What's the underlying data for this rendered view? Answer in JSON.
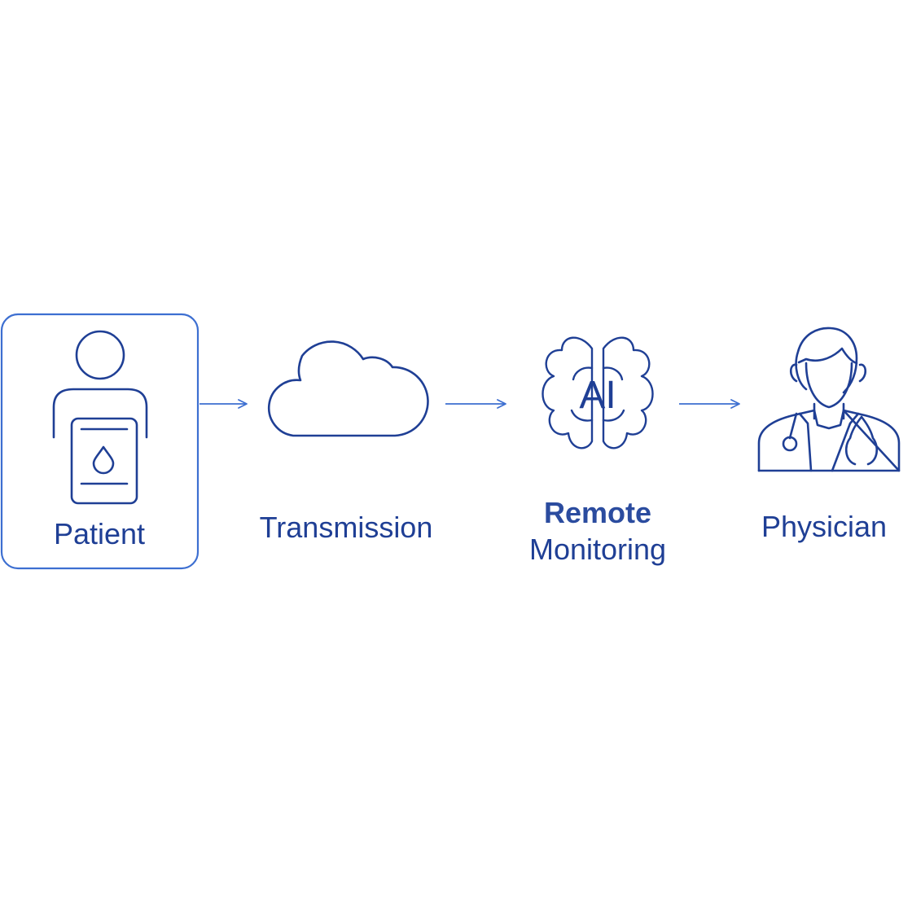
{
  "colors": {
    "stroke": "#1f3f95",
    "arrow": "#3d6fd1",
    "text": "#1f3f95",
    "text_bold": "#2b4c9f"
  },
  "nodes": [
    {
      "id": "patient",
      "label": "Patient",
      "icon": "patient-icon",
      "framed": true
    },
    {
      "id": "transmission",
      "label": "Transmission",
      "icon": "cloud-icon"
    },
    {
      "id": "monitoring",
      "label_line1": "Remote",
      "label_line2": "Monitoring",
      "icon": "ai-brain-icon",
      "icon_text": "AI"
    },
    {
      "id": "physician",
      "label": "Physician",
      "icon": "doctor-icon"
    }
  ],
  "edges": [
    {
      "from": "patient",
      "to": "transmission"
    },
    {
      "from": "transmission",
      "to": "monitoring"
    },
    {
      "from": "monitoring",
      "to": "physician"
    }
  ]
}
